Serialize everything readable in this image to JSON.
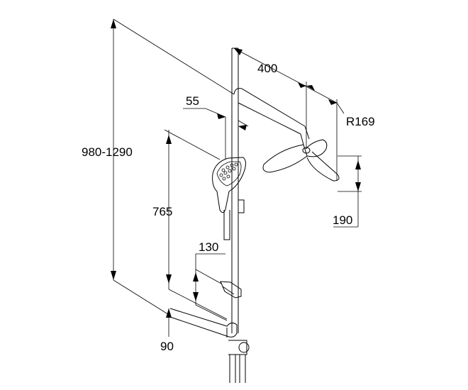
{
  "dimensions": {
    "height_total": "980-1290",
    "top_arm_length": "400",
    "handshower_width": "55",
    "handshower_height": "765",
    "radius": "R169",
    "overhead_drop": "190",
    "soap_dish": "130",
    "outlet_offset": "90"
  }
}
